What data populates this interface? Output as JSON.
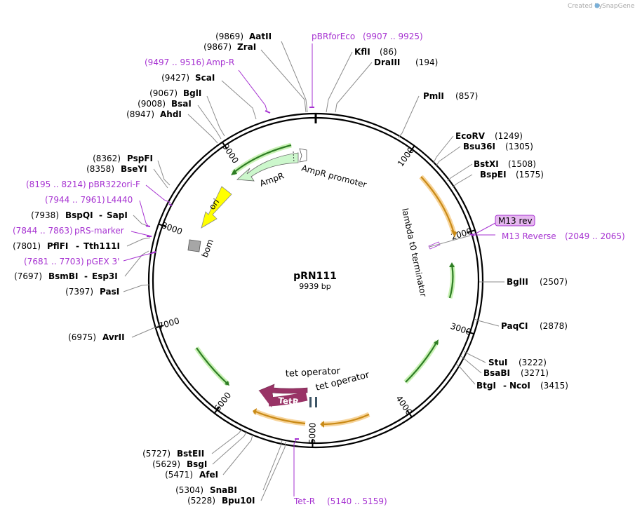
{
  "plasmid": {
    "name": "pRN111",
    "length_label": "9939 bp",
    "total_bp": 9939
  },
  "branding": {
    "created_by": "Created by",
    "brand": "SnapGene"
  },
  "ticks": [
    {
      "label": "1000",
      "bp": 1000
    },
    {
      "label": "2000",
      "bp": 2000
    },
    {
      "label": "3000",
      "bp": 3000
    },
    {
      "label": "4000",
      "bp": 4000
    },
    {
      "label": "5000",
      "bp": 5000
    },
    {
      "label": "6000",
      "bp": 6000
    },
    {
      "label": "7000",
      "bp": 7000
    },
    {
      "label": "8000",
      "bp": 8000
    },
    {
      "label": "9000",
      "bp": 9000
    }
  ],
  "sites_left": [
    {
      "pos": "(9869)",
      "name": "AatII"
    },
    {
      "pos": "(9867)",
      "name": "ZraI"
    },
    {
      "pos": "(9427)",
      "name": "ScaI"
    },
    {
      "pos": "(9067)",
      "name": "BglI"
    },
    {
      "pos": "(9008)",
      "name": "BsaI"
    },
    {
      "pos": "(8947)",
      "name": "AhdI"
    },
    {
      "pos": "(8362)",
      "name": "PspFI"
    },
    {
      "pos": "(8358)",
      "name": "BseYI"
    },
    {
      "pos": "(7938)",
      "name": "BspQI",
      "sep": "-",
      "name2": "SapI"
    },
    {
      "pos": "(7801)",
      "name": "PflFI",
      "sep": "-",
      "name2": "Tth111I"
    },
    {
      "pos": "(7697)",
      "name": "BsmBI",
      "sep": "-",
      "name2": "Esp3I"
    },
    {
      "pos": "(7397)",
      "name": "PasI"
    },
    {
      "pos": "(6975)",
      "name": "AvrII"
    },
    {
      "pos": "(5727)",
      "name": "BstEII"
    },
    {
      "pos": "(5629)",
      "name": "BsgI"
    },
    {
      "pos": "(5471)",
      "name": "AfeI"
    },
    {
      "pos": "(5304)",
      "name": "SnaBI"
    },
    {
      "pos": "(5228)",
      "name": "Bpu10I"
    }
  ],
  "sites_right": [
    {
      "name": "KflI",
      "pos": "(86)"
    },
    {
      "name": "DraIII",
      "pos": "(194)"
    },
    {
      "name": "PmlI",
      "pos": "(857)"
    },
    {
      "name": "EcoRV",
      "pos": "(1249)"
    },
    {
      "name": "Bsu36I",
      "pos": "(1305)"
    },
    {
      "name": "BstXI",
      "pos": "(1508)"
    },
    {
      "name": "BspEI",
      "pos": "(1575)"
    },
    {
      "name": "BglII",
      "pos": "(2507)"
    },
    {
      "name": "PaqCI",
      "pos": "(2878)"
    },
    {
      "name": "StuI",
      "pos": "(3222)"
    },
    {
      "name": "BsaBI",
      "pos": "(3271)"
    },
    {
      "name": "BtgI",
      "sep": "-",
      "name2": "NcoI",
      "pos": "(3415)"
    }
  ],
  "primers": [
    {
      "name": "pBRforEco",
      "range": "(9907 .. 9925)"
    },
    {
      "name": "Amp-R",
      "range": "(9497 .. 9516)"
    },
    {
      "name": "pBR322ori-F",
      "range": "(8195 .. 8214)"
    },
    {
      "name": "L4440",
      "range": "(7944 .. 7961)"
    },
    {
      "name": "pRS-marker",
      "range": "(7844 .. 7863)"
    },
    {
      "name": "pGEX 3'",
      "range": "(7681 .. 7703)"
    },
    {
      "name": "M13 rev",
      "range": ""
    },
    {
      "name": "M13 Reverse",
      "range": "(2049 .. 2065)"
    },
    {
      "name": "Tet-R",
      "range": "(5140 .. 5159)"
    }
  ],
  "features": {
    "ampr": "AmpR",
    "ampr_promoter": "AmpR promoter",
    "ori": "ori",
    "bom": "bom",
    "lambda": "lambda t0 terminator",
    "tetr": "TetR",
    "tet_op1": "tet operator",
    "tet_op2": "tet operator"
  },
  "colors": {
    "ampr": "#ccf7cc",
    "ori": "#ffff00",
    "tetr": "#993366",
    "bom": "#a6a6a6",
    "orf_green": "#339933",
    "orf_orange": "#cc8800",
    "primer": "#a632d1",
    "m13_fill": "#e6b8f0"
  }
}
